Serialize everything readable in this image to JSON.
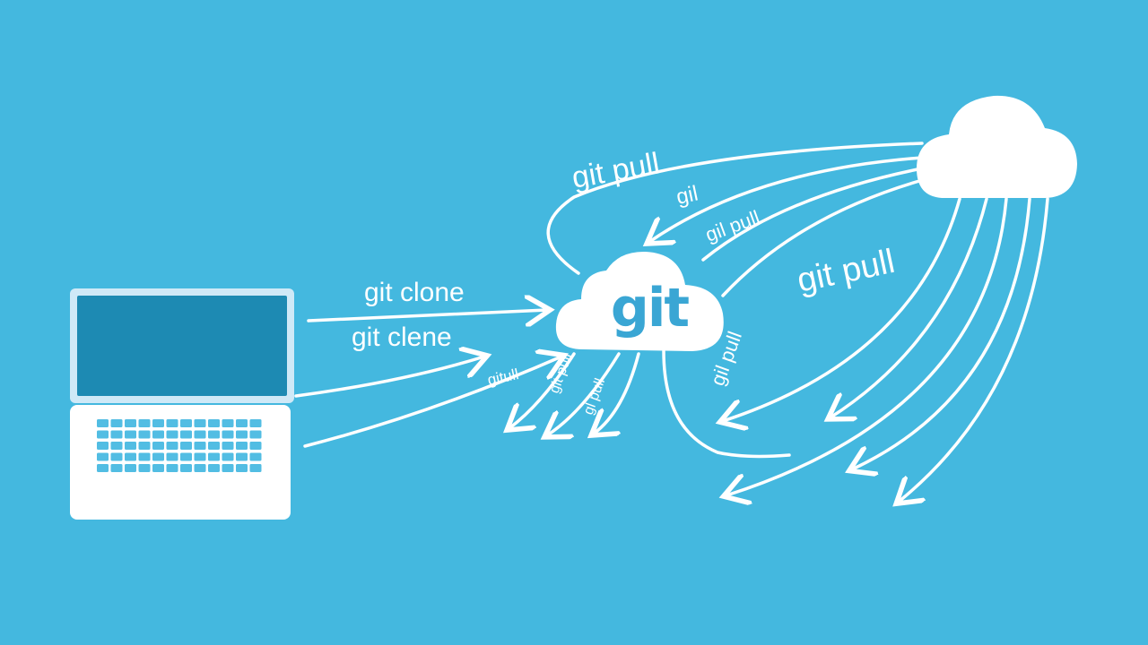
{
  "colors": {
    "background": "#44b8df",
    "white": "#ffffff",
    "screen": "#1d8ab3",
    "bezel": "#cfe9f7",
    "key": "#52bde3",
    "git_text": "#3aa6d4"
  },
  "icons": {
    "computer": "laptop-icon",
    "local_repo": "git-cloud-icon",
    "remote": "cloud-icon"
  },
  "git_cloud": {
    "label": "git"
  },
  "labels": {
    "clone_1": "git clone",
    "clone_2": "git clene",
    "pull_1": "git pull",
    "pull_2": "gil",
    "pull_3": "gil pull",
    "pull_4": "git pull",
    "pull_5": "gil pull",
    "pull_6": "gitull",
    "pull_7": "git pull",
    "pull_8": "gl pull"
  }
}
